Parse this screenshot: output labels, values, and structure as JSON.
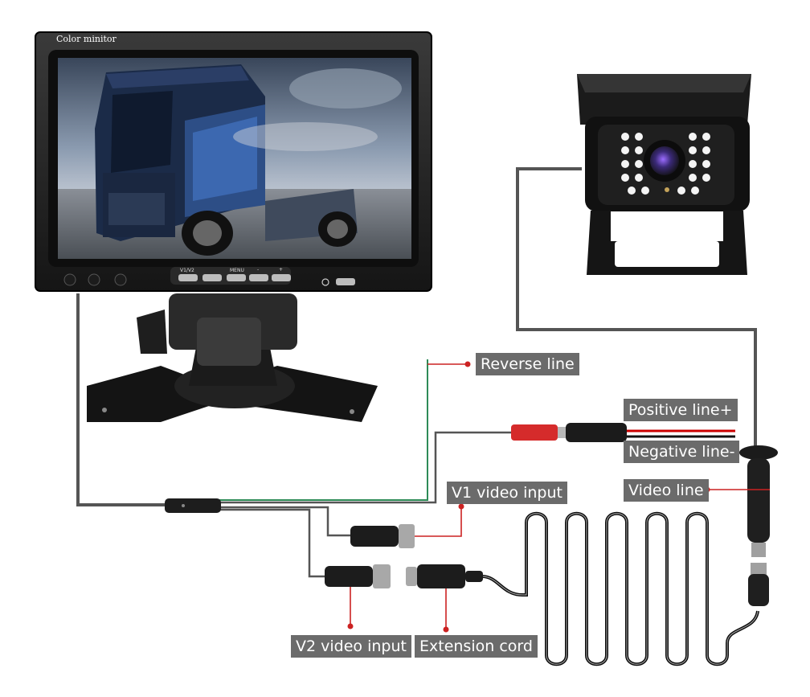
{
  "monitor": {
    "brand": "Color minitor",
    "buttons": [
      "V1/V2",
      "MENU",
      "-",
      "+"
    ]
  },
  "labels": {
    "reverse_line": "Reverse line",
    "positive_line": "Positive line+",
    "negative_line": "Negative line-",
    "video_line": "Video line",
    "v1_video_input": "V1 video input",
    "v2_video_input": "V2 video input",
    "extension_cord": "Extension cord"
  },
  "colors": {
    "label_bg": "#6b6b6b",
    "wire_gray": "#555555",
    "reverse_wire": "#2e8b57",
    "positive_wire": "#cc0000",
    "leader_red": "#cc2222"
  }
}
